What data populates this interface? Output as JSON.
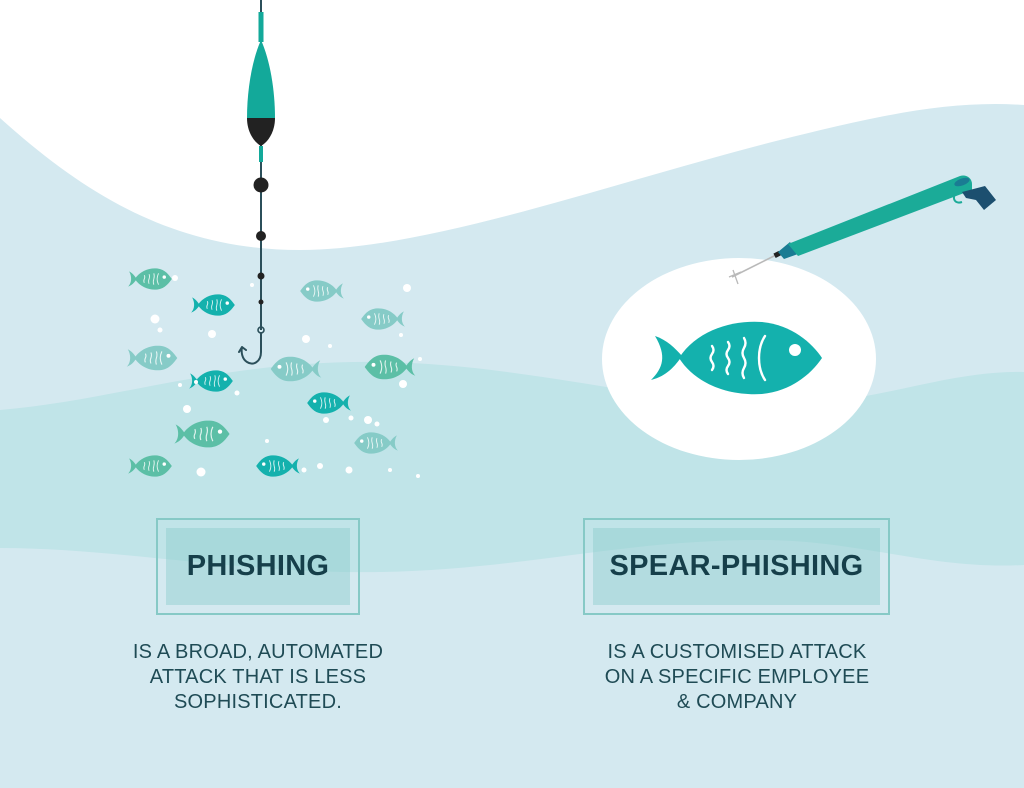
{
  "colors": {
    "background_top": "#ffffff",
    "water_light": "#d4e9f0",
    "water_mid": "#c0e4e8",
    "fish_teal": "#14b1ad",
    "fish_sea_green": "#5cbfa6",
    "fish_pale": "#86cbc7",
    "float_teal": "#13a99a",
    "float_black": "#222222",
    "line_dark": "#2b4f5a",
    "speargun_teal": "#1bab98",
    "speargun_navy": "#1c4f6f",
    "text_dark": "#163f4a"
  },
  "left_panel": {
    "illustration": "fishing-float-hook-with-school-of-fish",
    "title": "PHISHING",
    "description_lines": [
      "IS A BROAD, AUTOMATED",
      "ATTACK THAT IS LESS",
      "SOPHISTICATED."
    ]
  },
  "right_panel": {
    "illustration": "speargun-aimed-at-single-fish",
    "title": "SPEAR-PHISHING",
    "description_lines": [
      "IS A CUSTOMISED ATTACK",
      "ON A SPECIFIC EMPLOYEE",
      "& COMPANY"
    ]
  }
}
